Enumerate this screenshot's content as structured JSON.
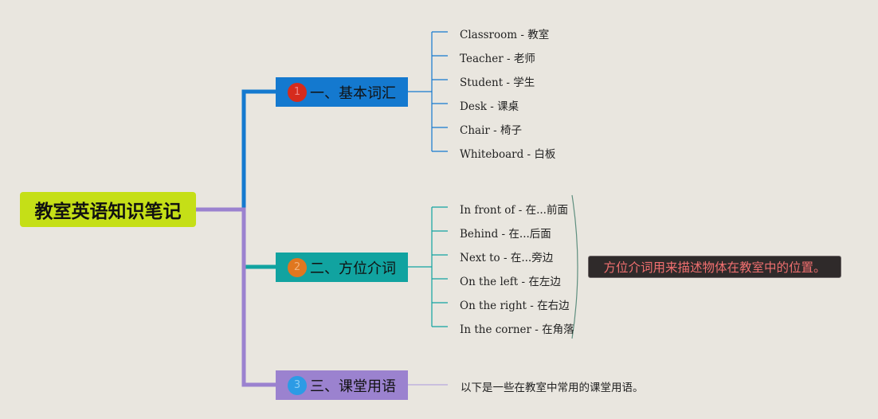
{
  "root": {
    "title": "教室英语知识笔记",
    "color": "#c5df17"
  },
  "branches": [
    {
      "badge": "1",
      "label": "一、基本词汇",
      "color": "#1479cf",
      "items": [
        "Classroom - 教室",
        "Teacher - 老师",
        "Student - 学生",
        "Desk - 课桌",
        "Chair - 椅子",
        "Whiteboard - 白板"
      ]
    },
    {
      "badge": "2",
      "label": "二、方位介词",
      "color": "#11a3a0",
      "items": [
        "In front of - 在...前面",
        "Behind - 在...后面",
        "Next to - 在...旁边",
        "On the left - 在左边",
        "On the right - 在右边",
        "In the corner - 在角落"
      ],
      "summary": "方位介词用来描述物体在教室中的位置。"
    },
    {
      "badge": "3",
      "label": "三、课堂用语",
      "color": "#9b82cf",
      "note": "以下是一些在教室中常用的课堂用语。"
    }
  ]
}
